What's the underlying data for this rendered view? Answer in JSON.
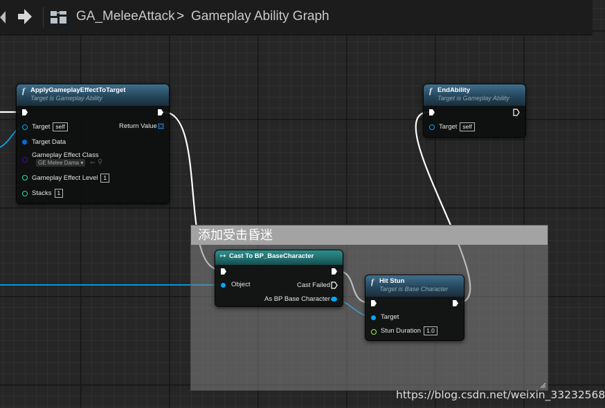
{
  "header": {
    "breadcrumb": [
      "GA_MeleeAttack",
      "Gameplay Ability Graph"
    ],
    "separator": ">"
  },
  "comment_box": {
    "title": "添加受击昏迷"
  },
  "nodes": {
    "apply_effect": {
      "title": "ApplyGameplayEffectToTarget",
      "subtitle": "Target is Gameplay Ability",
      "pins": {
        "target": {
          "label": "Target",
          "value": "self"
        },
        "return_value": {
          "label": "Return Value"
        },
        "target_data": {
          "label": "Target Data"
        },
        "effect_class": {
          "label": "Gameplay Effect Class",
          "value": "GE Melee Dama"
        },
        "effect_level": {
          "label": "Gameplay Effect Level",
          "value": "1"
        },
        "stacks": {
          "label": "Stacks",
          "value": "1"
        }
      }
    },
    "end_ability": {
      "title": "EndAbility",
      "subtitle": "Target is Gameplay Ability",
      "pins": {
        "target": {
          "label": "Target",
          "value": "self"
        }
      }
    },
    "cast": {
      "title": "Cast To BP_BaseCharacter",
      "pins": {
        "object": {
          "label": "Object"
        },
        "cast_failed": {
          "label": "Cast Failed"
        },
        "as_bp": {
          "label": "As BP Base Character"
        }
      }
    },
    "hit_stun": {
      "title": "Hit Stun",
      "subtitle": "Target is Base Character",
      "pins": {
        "target": {
          "label": "Target"
        },
        "stun_duration": {
          "label": "Stun Duration",
          "value": "1.0"
        }
      }
    }
  },
  "colors": {
    "exec_wire": "#ffffff",
    "object_pin": "#00a8f3",
    "struct_pin": "#0070dc",
    "class_pin": "#5a00a8",
    "int_pin": "#1fe3af",
    "float_pin": "#9afc4a"
  },
  "watermark": "https://blog.csdn.net/weixin_33232568"
}
